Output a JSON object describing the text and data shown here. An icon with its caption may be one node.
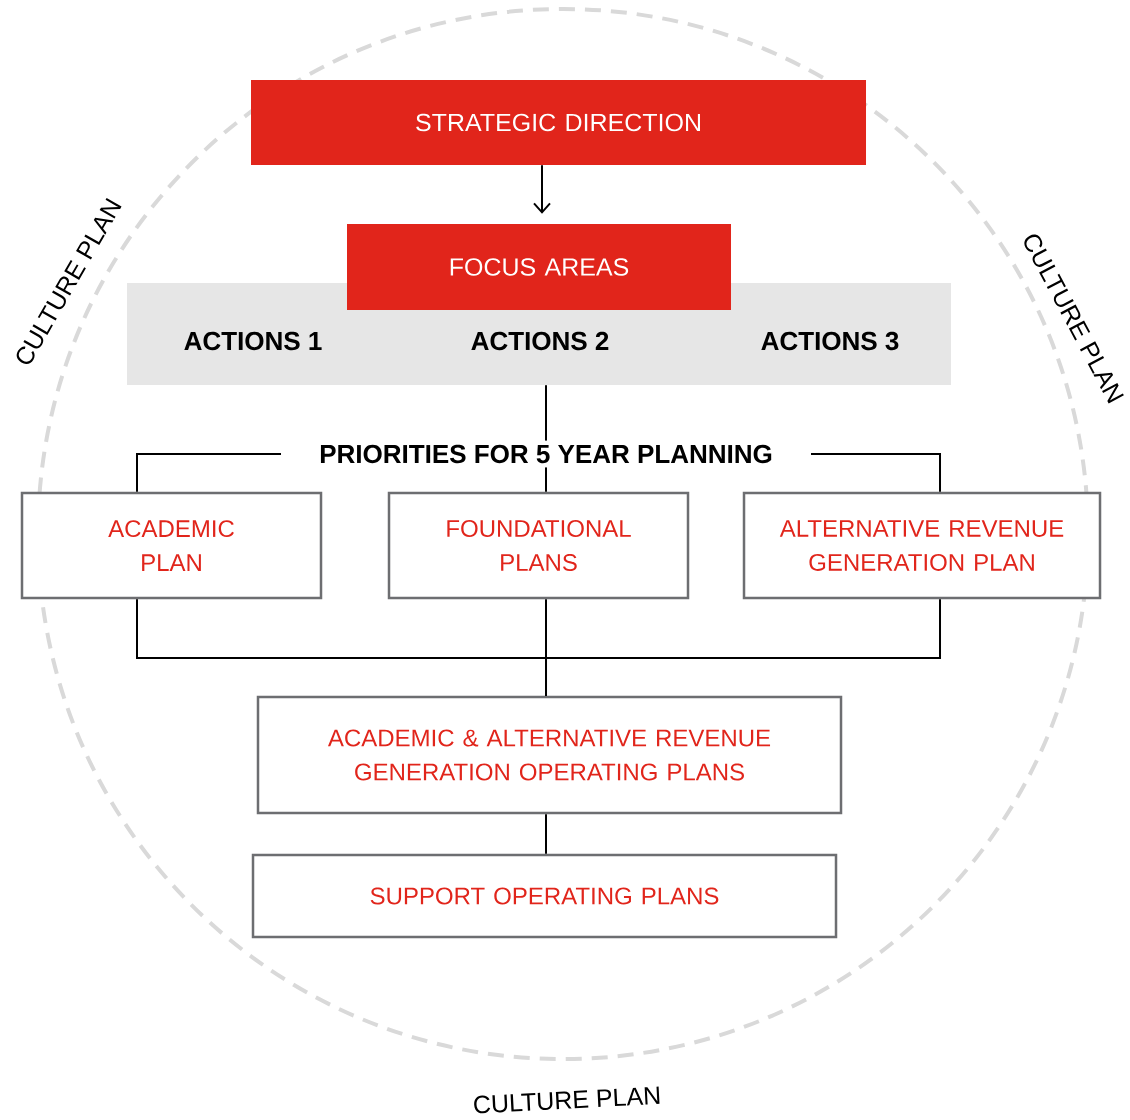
{
  "diagram": {
    "nodes": [
      {
        "text": [
          "STRATEGIC DIRECTION"
        ]
      },
      {
        "text": [
          "FOCUS AREAS"
        ]
      },
      {
        "text": [
          "ACTIONS 1",
          "ACTIONS 2",
          "ACTIONS 3"
        ]
      },
      {
        "text": [
          "PRIORITIES FOR 5 YEAR PLANNING"
        ]
      },
      {
        "text": [
          "ACADEMIC PLAN"
        ]
      },
      {
        "text": [
          "FOUNDATIONAL PLANS"
        ]
      },
      {
        "text": [
          "ALTERNATIVE REVENUE GENERATION PLAN"
        ]
      },
      {
        "text": [
          "ACADEMIC & ALTERNATIVE REVENUE GENERATION OPERATING PLANS"
        ]
      },
      {
        "text": [
          "SUPPORT OPERATING PLANS"
        ]
      }
    ],
    "edges": [
      {
        "from": 0,
        "to": 1,
        "arrow": "to"
      },
      {
        "from": 2,
        "to": 3,
        "arrow": "none"
      },
      {
        "from": 3,
        "to": 4,
        "arrow": "none"
      },
      {
        "from": 3,
        "to": 5,
        "arrow": "none"
      },
      {
        "from": 3,
        "to": 6,
        "arrow": "none"
      },
      {
        "from": 4,
        "to": 7,
        "arrow": "none"
      },
      {
        "from": 5,
        "to": 7,
        "arrow": "none"
      },
      {
        "from": 6,
        "to": 7,
        "arrow": "none"
      },
      {
        "from": 7,
        "to": 8,
        "arrow": "none"
      }
    ],
    "labels": [
      "CULTURE PLAN",
      "CULTURE PLAN",
      "CULTURE PLAN"
    ]
  }
}
